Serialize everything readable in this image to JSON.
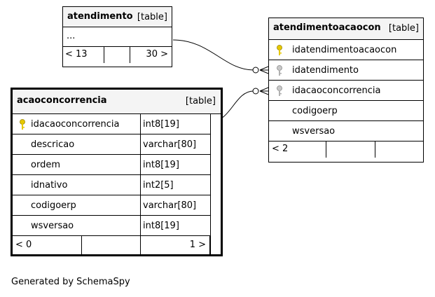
{
  "tables": {
    "atendimento": {
      "name": "atendimento",
      "kind": "[table]",
      "ellipsis": "...",
      "footer_left": "< 13",
      "footer_right": "30 >"
    },
    "atendimentoacaocon": {
      "name": "atendimentoacaocon",
      "kind": "[table]",
      "columns": [
        {
          "name": "idatendimentoacaocon",
          "key": "primary"
        },
        {
          "name": "idatendimento",
          "key": "foreign"
        },
        {
          "name": "idacaoconcorrencia",
          "key": "foreign"
        },
        {
          "name": "codigoerp",
          "key": "none"
        },
        {
          "name": "wsversao",
          "key": "none"
        }
      ],
      "footer_left": "< 2"
    },
    "acaoconcorrencia": {
      "name": "acaoconcorrencia",
      "kind": "[table]",
      "columns": [
        {
          "name": "idacaoconcorrencia",
          "type": "int8[19]",
          "key": "primary"
        },
        {
          "name": "descricao",
          "type": "varchar[80]",
          "key": "none"
        },
        {
          "name": "ordem",
          "type": "int8[19]",
          "key": "none"
        },
        {
          "name": "idnativo",
          "type": "int2[5]",
          "key": "none"
        },
        {
          "name": "codigoerp",
          "type": "varchar[80]",
          "key": "none"
        },
        {
          "name": "wsversao",
          "type": "int8[19]",
          "key": "none"
        }
      ],
      "footer_left": "< 0",
      "footer_right": "1 >"
    }
  },
  "colors": {
    "primary_key": "#e6c800",
    "foreign_key": "#b0b0b0",
    "header_bg": "#f4f4f4"
  },
  "caption": "Generated by SchemaSpy"
}
